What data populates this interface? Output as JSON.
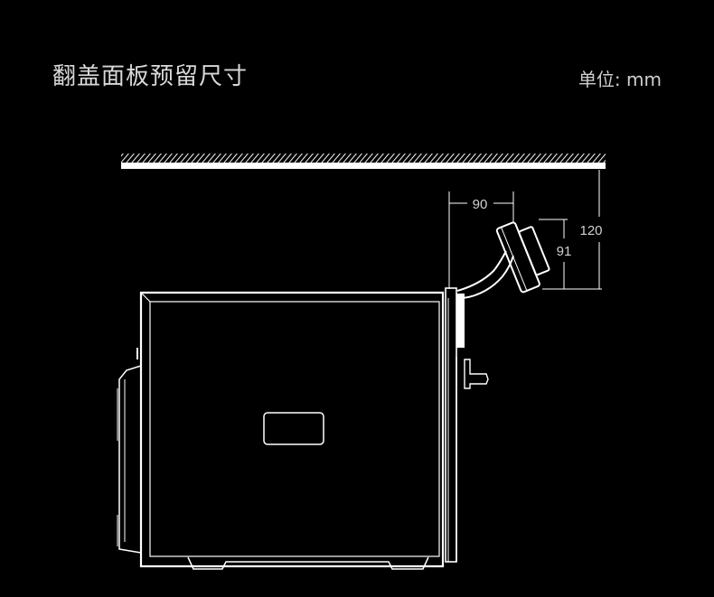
{
  "header": {
    "title": "翻盖面板预留尺寸",
    "unit_label": "单位: mm"
  },
  "dimensions": {
    "flap_horizontal_offset": "90",
    "flap_vertical_extent": "91",
    "total_clearance_height": "120"
  },
  "colors": {
    "background": "#000000",
    "line": "#ffffff",
    "text": "#d6d6d6"
  }
}
